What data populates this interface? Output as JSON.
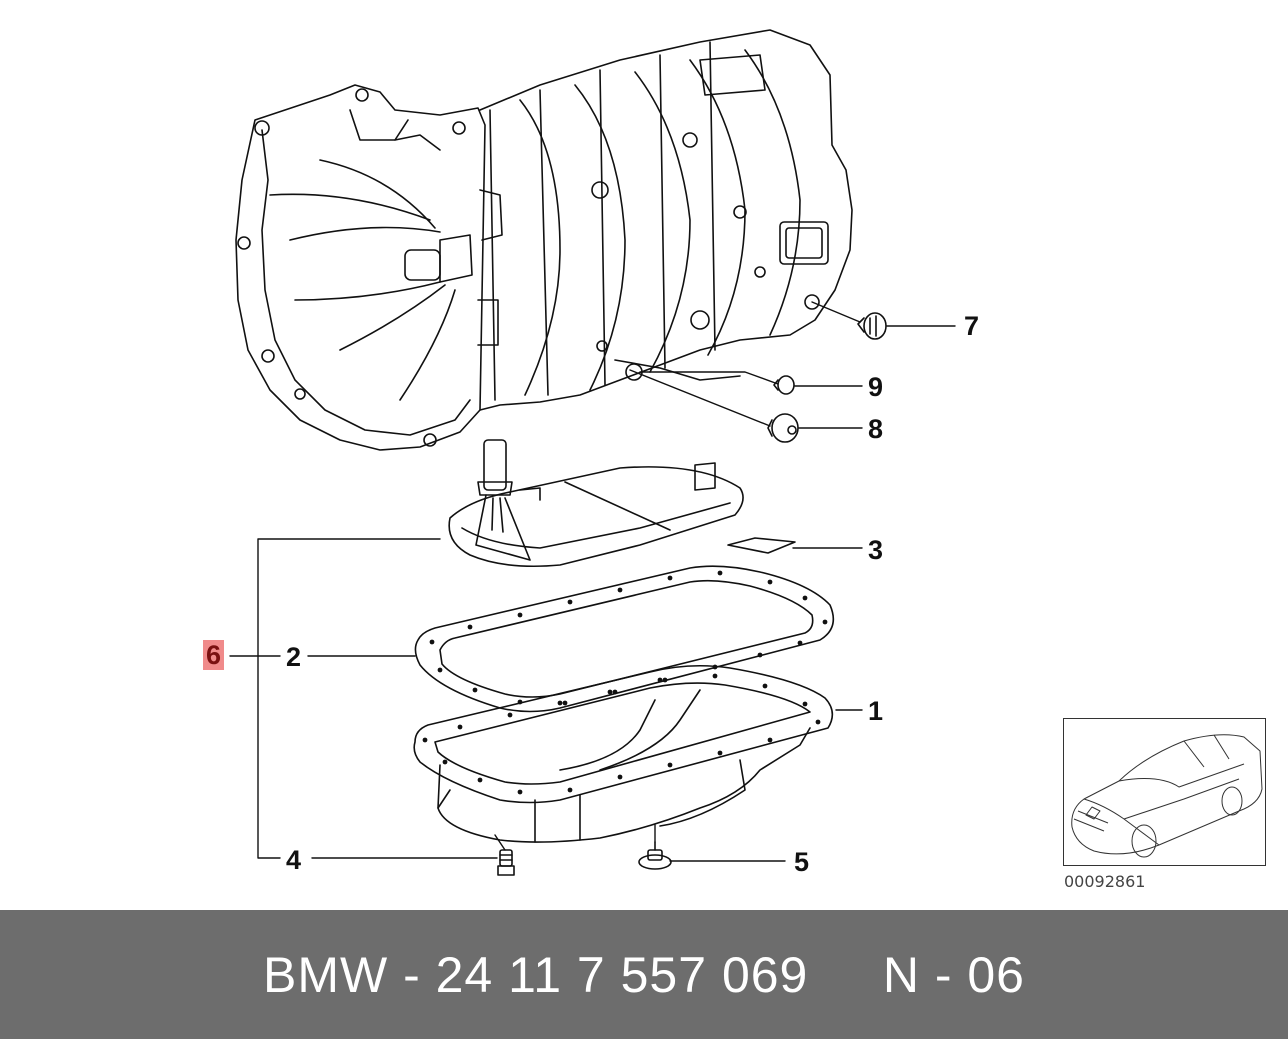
{
  "callouts": [
    {
      "id": "c1",
      "label": "1"
    },
    {
      "id": "c2",
      "label": "2"
    },
    {
      "id": "c3",
      "label": "3"
    },
    {
      "id": "c4",
      "label": "4"
    },
    {
      "id": "c5",
      "label": "5"
    },
    {
      "id": "c6",
      "label": "6",
      "highlighted": true
    },
    {
      "id": "c7",
      "label": "7"
    },
    {
      "id": "c8",
      "label": "8"
    },
    {
      "id": "c9",
      "label": "9"
    }
  ],
  "reference_number": "00092861",
  "footer": {
    "part_text": "BMW - 24 11 7 557 069     N - 06"
  },
  "colors": {
    "footer_background": "#6d6d6d",
    "highlight": "#f08a8a",
    "line": "#111111"
  }
}
